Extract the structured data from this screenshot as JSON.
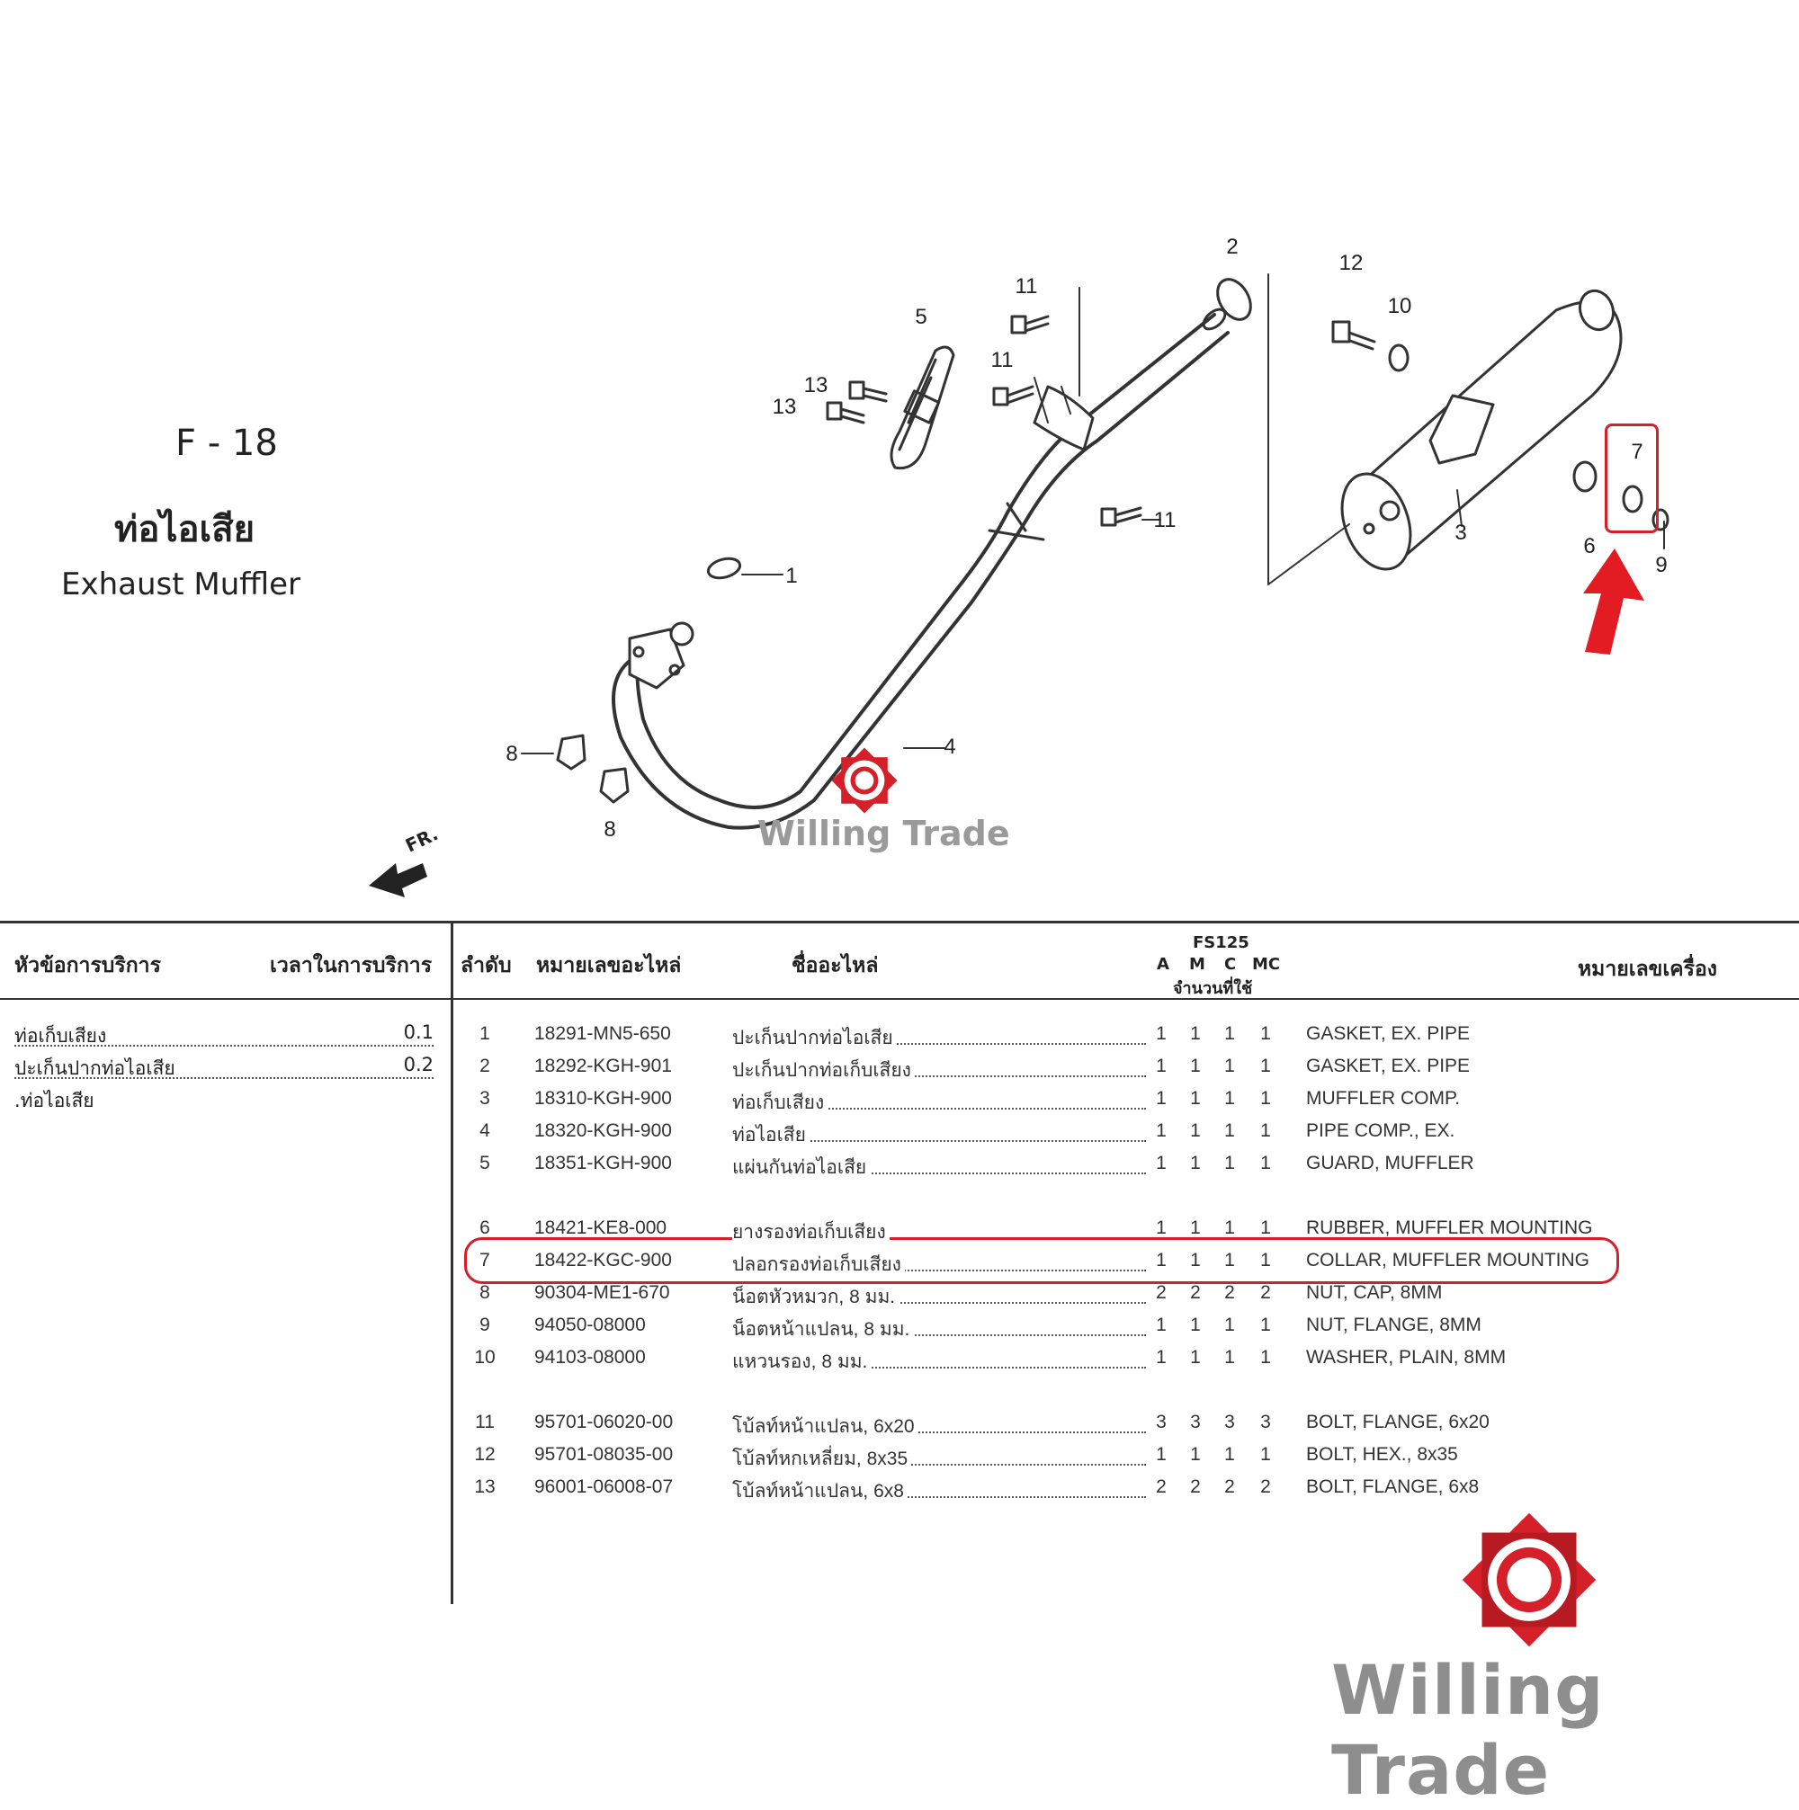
{
  "page": {
    "code": "F - 18",
    "title_th": "ท่อไอเสีย",
    "title_en": "Exhaust Muffler"
  },
  "diagram": {
    "callouts": [
      "1",
      "2",
      "3",
      "4",
      "5",
      "6",
      "7",
      "8",
      "8",
      "9",
      "10",
      "11",
      "11",
      "11",
      "12",
      "13",
      "13"
    ],
    "front_label": "FR."
  },
  "table": {
    "headers": {
      "service_topic": "หัวข้อการบริการ",
      "service_time": "เวลาในการบริการ",
      "index": "ลำดับ",
      "part_number": "หมายเลขอะไหล่",
      "part_name": "ชื่ออะไหล่",
      "model": "FS125",
      "variants": [
        "A",
        "M",
        "C",
        "MC"
      ],
      "quantity": "จำนวนที่ใช้",
      "engine_number": "หมายเลขเครื่อง"
    },
    "services": [
      {
        "name": "ท่อเก็บเสียง",
        "time": "0.1"
      },
      {
        "name": "ปะเก็นปากท่อไอเสีย",
        "time": "0.2"
      },
      {
        "name": ".ท่อไอเสีย",
        "time": ""
      }
    ],
    "parts": [
      {
        "no": "1",
        "pn": "18291-MN5-650",
        "name": "ปะเก็นปากท่อไอเสีย",
        "qty": [
          "1",
          "1",
          "1",
          "1"
        ],
        "desc": "GASKET, EX. PIPE"
      },
      {
        "no": "2",
        "pn": "18292-KGH-901",
        "name": "ปะเก็นปากท่อเก็บเสียง",
        "qty": [
          "1",
          "1",
          "1",
          "1"
        ],
        "desc": "GASKET, EX. PIPE"
      },
      {
        "no": "3",
        "pn": "18310-KGH-900",
        "name": "ท่อเก็บเสียง",
        "qty": [
          "1",
          "1",
          "1",
          "1"
        ],
        "desc": "MUFFLER COMP."
      },
      {
        "no": "4",
        "pn": "18320-KGH-900",
        "name": "ท่อไอเสีย",
        "qty": [
          "1",
          "1",
          "1",
          "1"
        ],
        "desc": "PIPE COMP., EX."
      },
      {
        "no": "5",
        "pn": "18351-KGH-900",
        "name": "แผ่นกันท่อไอเสีย",
        "qty": [
          "1",
          "1",
          "1",
          "1"
        ],
        "desc": "GUARD, MUFFLER"
      },
      {
        "no": "6",
        "pn": "18421-KE8-000",
        "name": "ยางรองท่อเก็บเสียง",
        "qty": [
          "1",
          "1",
          "1",
          "1"
        ],
        "desc": "RUBBER, MUFFLER MOUNTING"
      },
      {
        "no": "7",
        "pn": "18422-KGC-900",
        "name": "ปลอกรองท่อเก็บเสียง",
        "qty": [
          "1",
          "1",
          "1",
          "1"
        ],
        "desc": "COLLAR, MUFFLER MOUNTING"
      },
      {
        "no": "8",
        "pn": "90304-ME1-670",
        "name": "น็อตหัวหมวก, 8 มม.",
        "qty": [
          "2",
          "2",
          "2",
          "2"
        ],
        "desc": "NUT, CAP, 8MM"
      },
      {
        "no": "9",
        "pn": "94050-08000",
        "name": "น็อตหน้าแปลน, 8 มม.",
        "qty": [
          "1",
          "1",
          "1",
          "1"
        ],
        "desc": "NUT, FLANGE, 8MM"
      },
      {
        "no": "10",
        "pn": "94103-08000",
        "name": "แหวนรอง, 8 มม.",
        "qty": [
          "1",
          "1",
          "1",
          "1"
        ],
        "desc": "WASHER, PLAIN, 8MM"
      },
      {
        "no": "11",
        "pn": "95701-06020-00",
        "name": "โบ้ลท์หน้าแปลน, 6x20",
        "qty": [
          "3",
          "3",
          "3",
          "3"
        ],
        "desc": "BOLT, FLANGE, 6x20"
      },
      {
        "no": "12",
        "pn": "95701-08035-00",
        "name": "โบ้ลท์หกเหลี่ยม, 8x35",
        "qty": [
          "1",
          "1",
          "1",
          "1"
        ],
        "desc": "BOLT, HEX., 8x35"
      },
      {
        "no": "13",
        "pn": "96001-06008-07",
        "name": "โบ้ลท์หน้าแปลน, 6x8",
        "qty": [
          "2",
          "2",
          "2",
          "2"
        ],
        "desc": "BOLT, FLANGE, 6x8"
      }
    ]
  },
  "brand": {
    "watermark_text": "Willing Trade",
    "logo_text": "Willing Trade",
    "accent_color": "#d5202a"
  }
}
